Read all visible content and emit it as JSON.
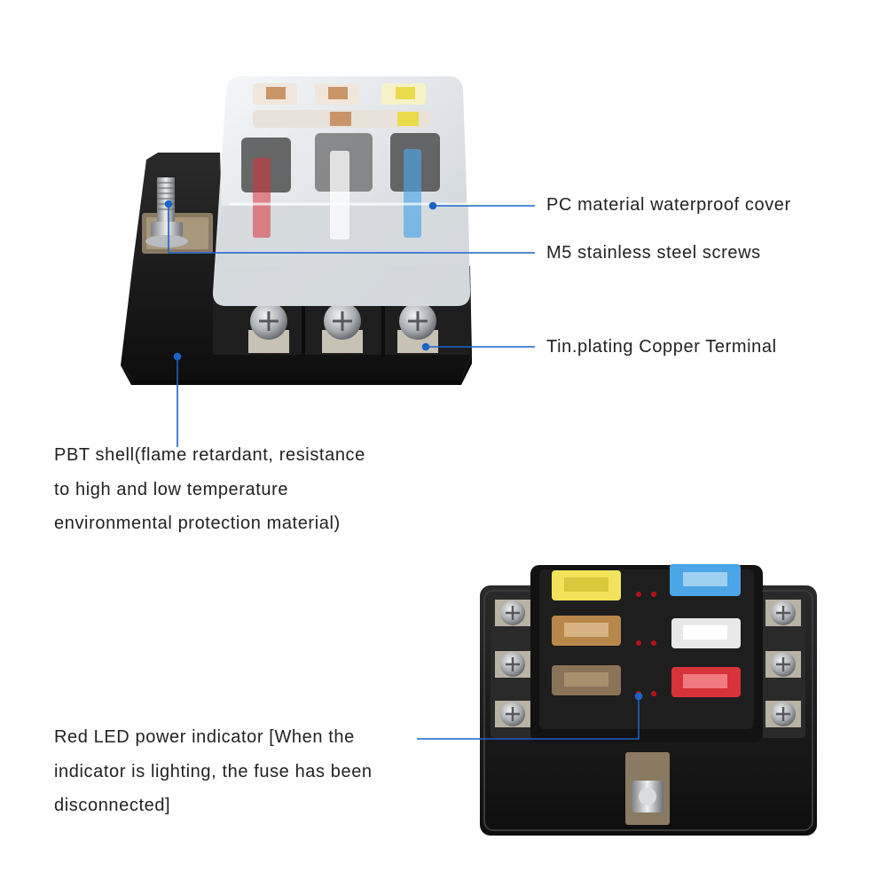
{
  "colors": {
    "callout_line": "#1a63c9",
    "housing": "#1c1c1c",
    "cover": "#e6e9ec",
    "fuse_yellow": "#f3e35a",
    "fuse_blue": "#4aa6e6",
    "fuse_brown": "#b8884a",
    "fuse_clear": "#e8e8e8",
    "fuse_red": "#d8323a",
    "led_red": "#b3121a"
  },
  "callouts": {
    "cover": {
      "text": "PC material waterproof cover"
    },
    "screws": {
      "text": "M5 stainless steel screws"
    },
    "terminal": {
      "text": "Tin.plating Copper Terminal"
    },
    "shell": {
      "lines": [
        "PBT shell(flame retardant, resistance",
        "to high and low temperature",
        "environmental protection material)"
      ]
    },
    "led": {
      "lines": [
        "Red LED power indicator [When the",
        "indicator is lighting, the fuse has been",
        "disconnected]"
      ]
    }
  }
}
